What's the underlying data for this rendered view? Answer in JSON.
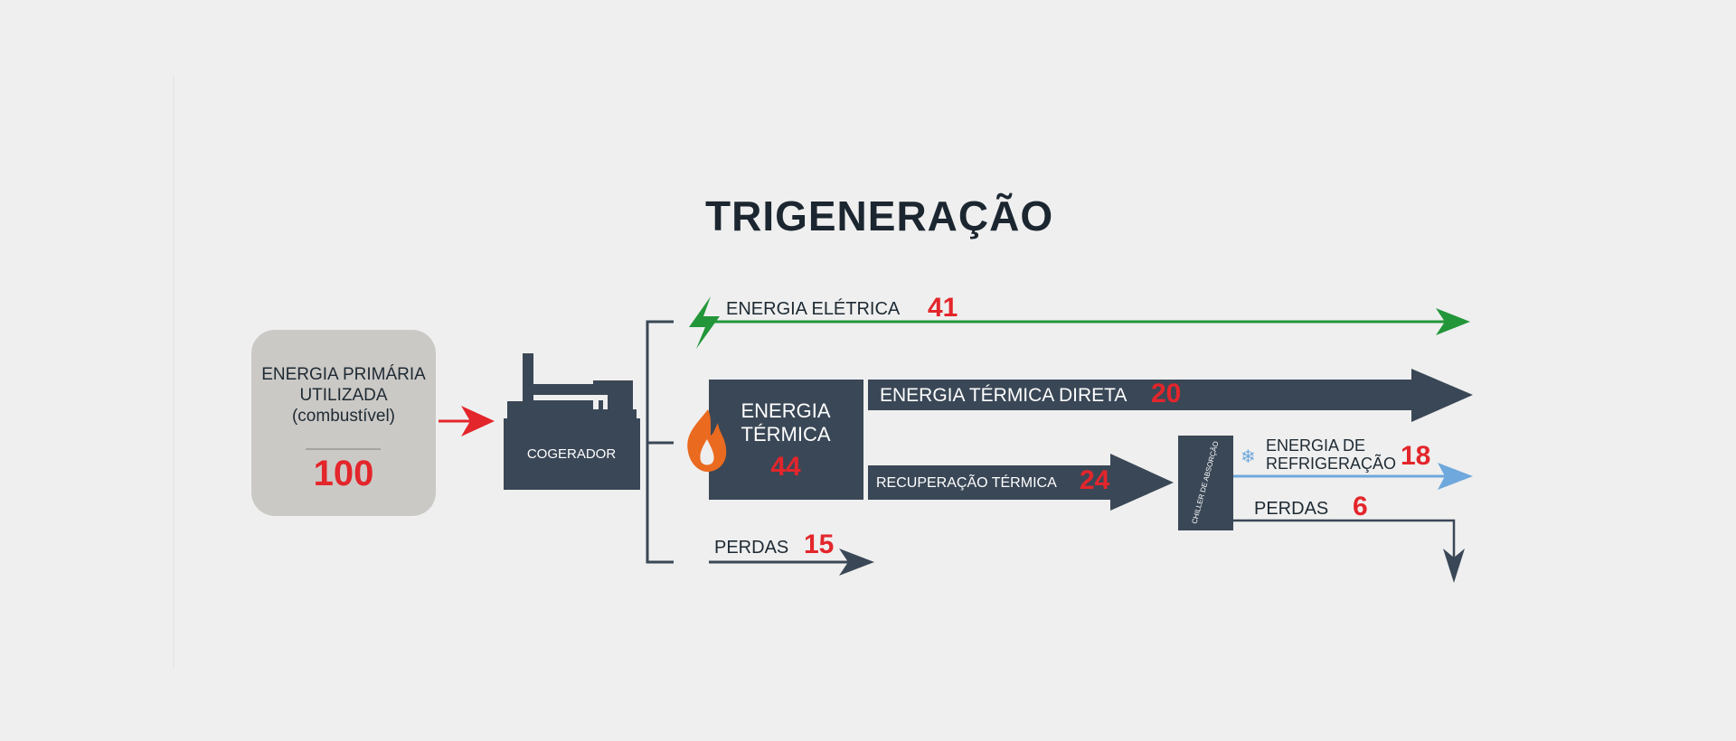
{
  "title": "TRIGENERAÇÃO",
  "primary": {
    "line1": "ENERGIA PRIMÁRIA",
    "line2": "UTILIZADA",
    "line3": "(combustível)",
    "value": "100"
  },
  "cogenerator": {
    "label": "COGERADOR"
  },
  "electric": {
    "label": "ENERGIA ELÉTRICA",
    "value": "41"
  },
  "thermal": {
    "line1": "ENERGIA",
    "line2": "TÉRMICA",
    "value": "44"
  },
  "direct_thermal": {
    "label": "ENERGIA TÉRMICA DIRETA",
    "value": "20"
  },
  "recovery": {
    "label": "RECUPERAÇÃO TÉRMICA",
    "value": "24"
  },
  "chiller": {
    "label": "CHILLER DE ABSORÇÃO"
  },
  "refrigeration": {
    "line1": "ENERGIA DE",
    "line2": "REFRIGERAÇÃO",
    "value": "18"
  },
  "losses_chiller": {
    "label": "PERDAS",
    "value": "6"
  },
  "losses_main": {
    "label": "PERDAS",
    "value": "15"
  },
  "colors": {
    "dark": "#3a4756",
    "red": "#e3262b",
    "green": "#229639",
    "blue": "#6fa8dc",
    "gray": "#cbc9c6"
  }
}
